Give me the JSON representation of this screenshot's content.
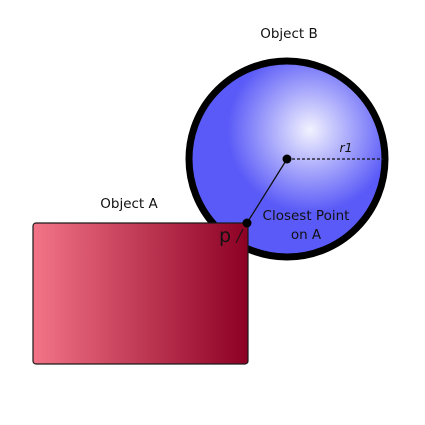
{
  "object_b": {
    "label": "Object B",
    "radius_label": "r1",
    "fill_color": "#5a5af8",
    "highlight_color": "#f2f2ff",
    "outline_color": "#000000"
  },
  "object_a": {
    "label": "Object A",
    "gradient_start_color": "#f37487",
    "gradient_end_color": "#8c0024",
    "outline_color": "#1a1a1a"
  },
  "point": {
    "label": "p"
  },
  "closest_point": {
    "label_line1": "Closest Point",
    "label_line2": "on A"
  }
}
